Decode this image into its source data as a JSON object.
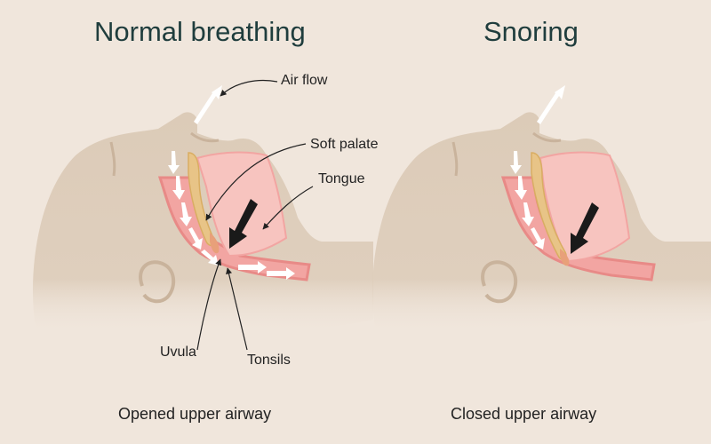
{
  "panels": [
    {
      "title": "Normal breathing",
      "caption": "Opened upper airway"
    },
    {
      "title": "Snoring",
      "caption": "Closed upper airway"
    }
  ],
  "labels": {
    "air_flow": "Air flow",
    "soft_palate": "Soft palate",
    "tongue": "Tongue",
    "uvula": "Uvula",
    "tonsils": "Tonsils"
  },
  "colors": {
    "background": "#f0e6dc",
    "skin": "#dccbb8",
    "skin_shadow": "#ccb8a3",
    "airway_tissue": "#f2a5a2",
    "airway_edge": "#e88a87",
    "oral_cavity": "#f7c4bf",
    "soft_palate": "#e8c487",
    "title": "#1f3d3d"
  }
}
